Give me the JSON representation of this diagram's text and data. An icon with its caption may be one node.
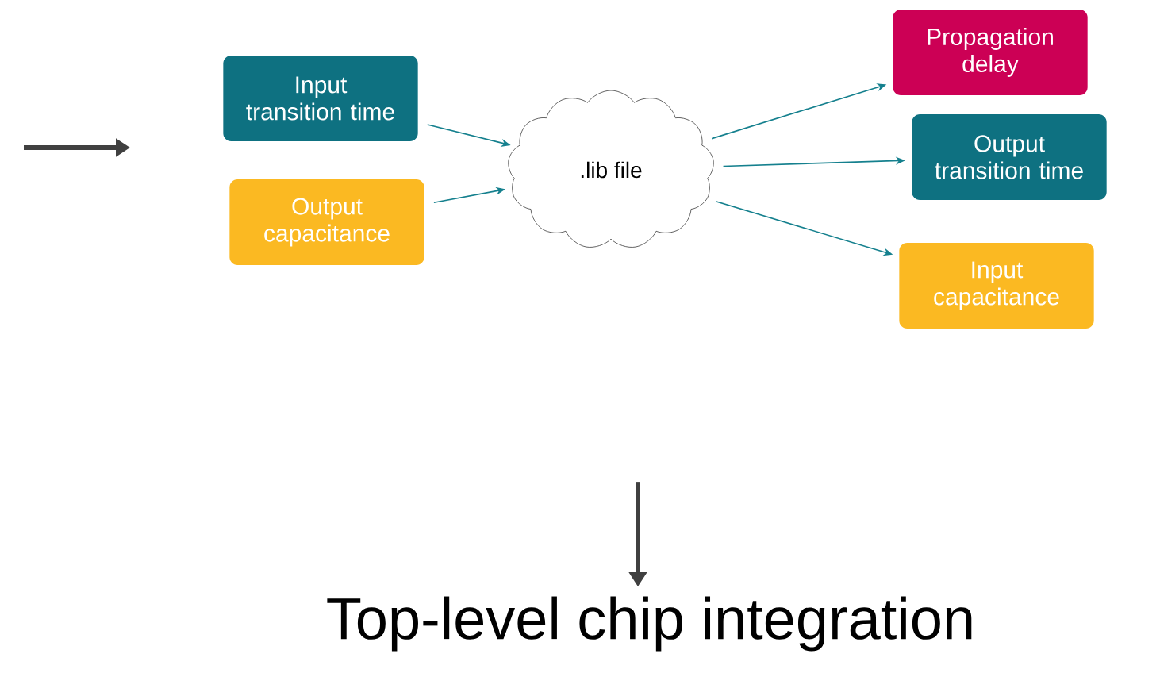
{
  "diagram": {
    "nodes": [
      {
        "text": [
          "Input transition time"
        ]
      },
      {
        "text": [
          "Output capacitance"
        ]
      },
      {
        "text": [
          ".lib file"
        ]
      },
      {
        "text": [
          "Propagation delay"
        ]
      },
      {
        "text": [
          "Output transition time"
        ]
      },
      {
        "text": [
          "Input capacitance"
        ]
      },
      {
        "text": [
          "Top-level chip integration"
        ]
      }
    ],
    "edges": [
      {
        "from": 0,
        "to": 2,
        "arrow": "to"
      },
      {
        "from": 1,
        "to": 2,
        "arrow": "to"
      },
      {
        "from": 2,
        "to": 3,
        "arrow": "to"
      },
      {
        "from": 2,
        "to": 4,
        "arrow": "to"
      },
      {
        "from": 2,
        "to": 5,
        "arrow": "to"
      },
      {
        "from": null,
        "to": 6,
        "arrow": "to",
        "style": "thick",
        "color": "#404040"
      }
    ]
  }
}
